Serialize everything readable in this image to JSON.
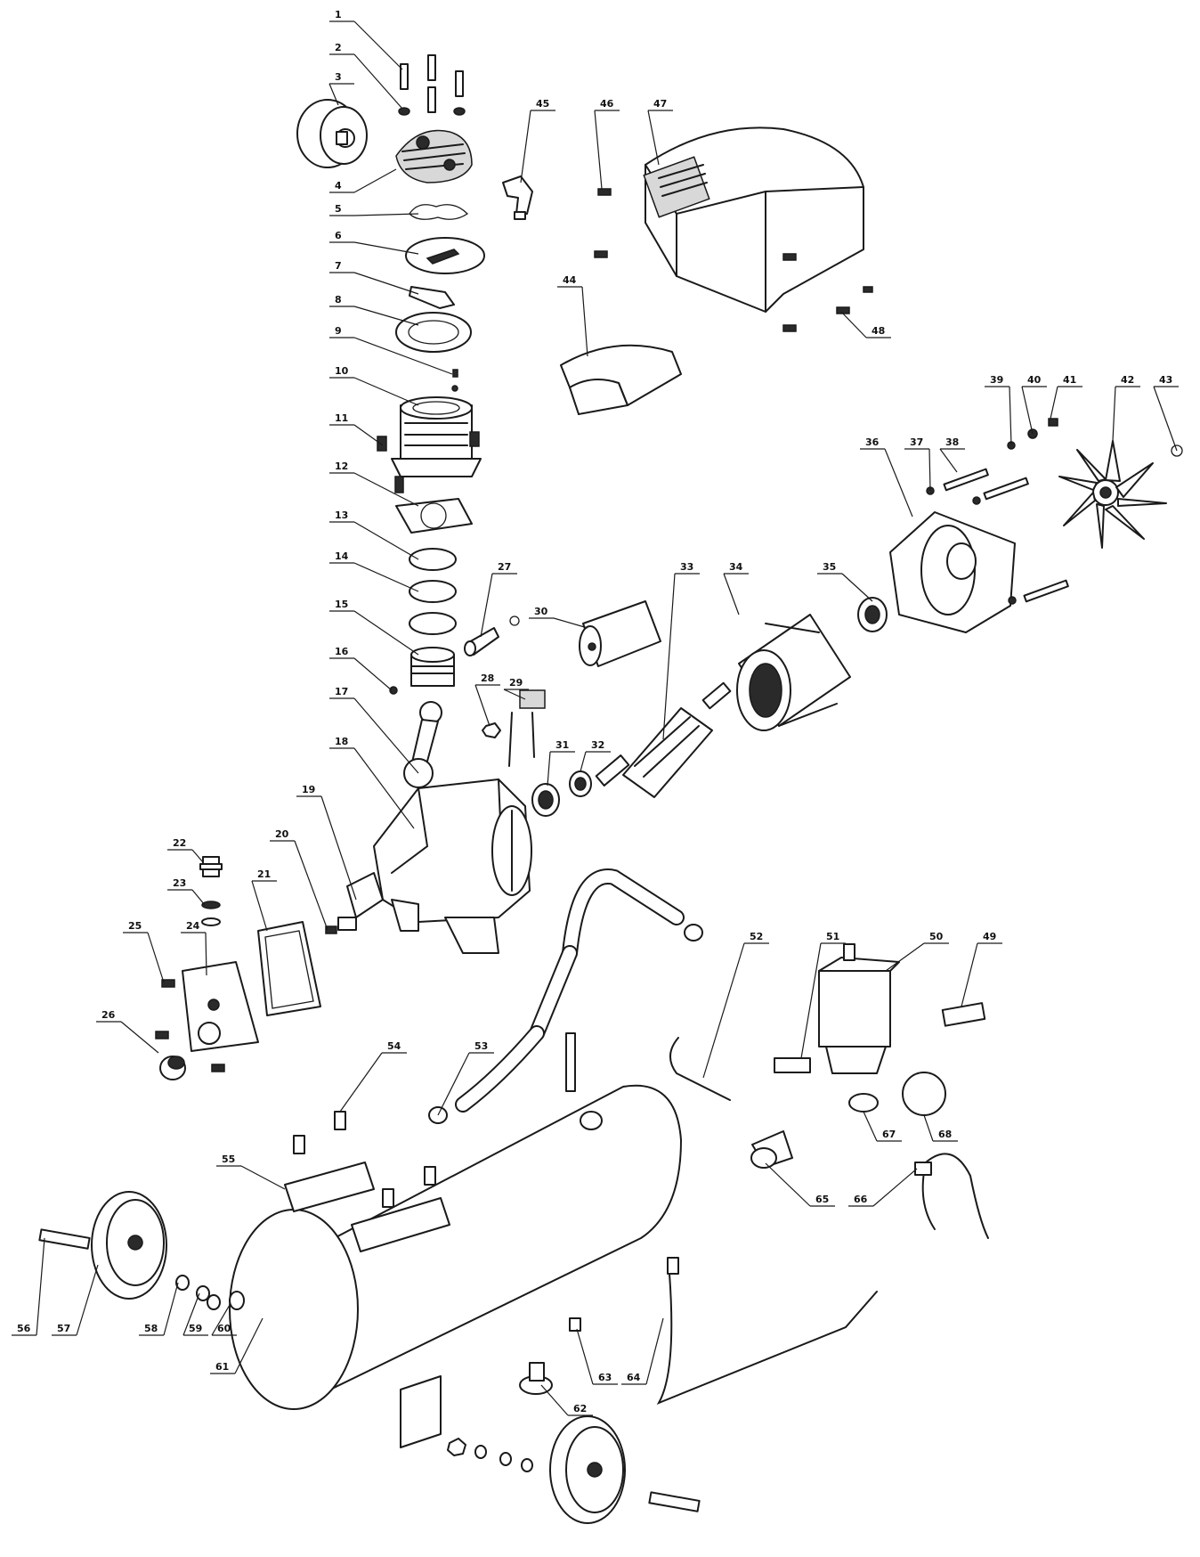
{
  "diagram": {
    "callouts": [
      {
        "label": "1"
      },
      {
        "label": "2"
      },
      {
        "label": "3"
      },
      {
        "label": "4"
      },
      {
        "label": "5"
      },
      {
        "label": "6"
      },
      {
        "label": "7"
      },
      {
        "label": "8"
      },
      {
        "label": "9"
      },
      {
        "label": "10"
      },
      {
        "label": "11"
      },
      {
        "label": "12"
      },
      {
        "label": "13"
      },
      {
        "label": "14"
      },
      {
        "label": "15"
      },
      {
        "label": "16"
      },
      {
        "label": "17"
      },
      {
        "label": "18"
      },
      {
        "label": "19"
      },
      {
        "label": "20"
      },
      {
        "label": "21"
      },
      {
        "label": "22"
      },
      {
        "label": "23"
      },
      {
        "label": "24"
      },
      {
        "label": "25"
      },
      {
        "label": "26"
      },
      {
        "label": "27"
      },
      {
        "label": "28"
      },
      {
        "label": "29"
      },
      {
        "label": "30"
      },
      {
        "label": "31"
      },
      {
        "label": "32"
      },
      {
        "label": "33"
      },
      {
        "label": "34"
      },
      {
        "label": "35"
      },
      {
        "label": "36"
      },
      {
        "label": "37"
      },
      {
        "label": "38"
      },
      {
        "label": "39"
      },
      {
        "label": "40"
      },
      {
        "label": "41"
      },
      {
        "label": "42"
      },
      {
        "label": "43"
      },
      {
        "label": "44"
      },
      {
        "label": "45"
      },
      {
        "label": "46"
      },
      {
        "label": "47"
      },
      {
        "label": "48"
      },
      {
        "label": "49"
      },
      {
        "label": "50"
      },
      {
        "label": "51"
      },
      {
        "label": "52"
      },
      {
        "label": "53"
      },
      {
        "label": "54"
      },
      {
        "label": "55"
      },
      {
        "label": "56"
      },
      {
        "label": "57"
      },
      {
        "label": "58"
      },
      {
        "label": "59"
      },
      {
        "label": "60"
      },
      {
        "label": "61"
      },
      {
        "label": "62"
      },
      {
        "label": "63"
      },
      {
        "label": "64"
      },
      {
        "label": "65"
      },
      {
        "label": "66"
      },
      {
        "label": "67"
      },
      {
        "label": "68"
      }
    ]
  }
}
